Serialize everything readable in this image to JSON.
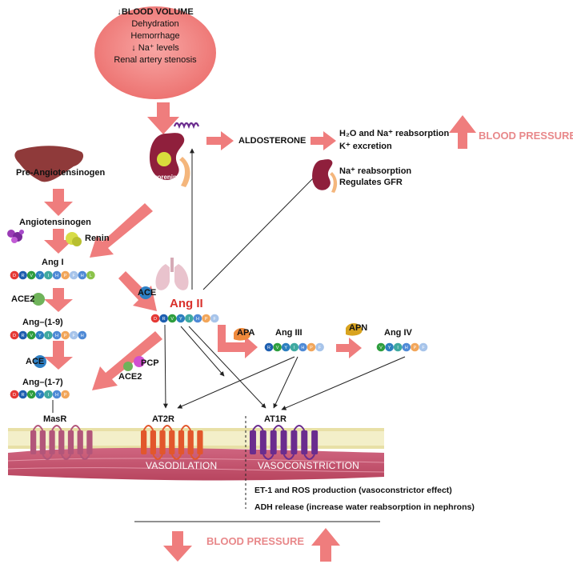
{
  "stimulus": {
    "heading": "BLOOD VOLUME",
    "items": [
      "Dehydration",
      "Hemorrhage",
      "Na⁺ levels",
      "Renal artery stenosis"
    ]
  },
  "labels": {
    "prorenin": "Prorenin",
    "aldosterone": "ALDOSTERONE",
    "h2o_na": "H₂O and Na⁺ reabsorption",
    "k_excretion": "K⁺ excretion",
    "bp_up_top": "BLOOD PRESSURE",
    "na_reabs": "Na⁺ reabsorption",
    "gfr": "Regulates GFR",
    "pre_angiotensinogen": "Pre-Angiotensinogen",
    "angiotensinogen": "Angiotensinogen",
    "renin": "Renin",
    "ang1": "Ang I",
    "ace2_left": "ACE2",
    "ang19": "Ang–(1-9)",
    "ace_left": "ACE",
    "ang17": "Ang–(1-7)",
    "ace_lung": "ACE",
    "ang2": "Ang II",
    "pcp": "PCP",
    "ace2_pcp": "ACE2",
    "apa": "APA",
    "ang3": "Ang III",
    "apn": "APN",
    "ang4": "Ang IV",
    "masr": "MasR",
    "at2r": "AT2R",
    "at1r": "AT1R",
    "vasodilation": "VASODILATION",
    "vasoconstriction": "VASOCONSTRICTION",
    "et1": "ET-1 and ROS production (vasoconstrictor effect)",
    "adh": "ADH release (increase water reabsorption in nephrons)",
    "bp_bottom": "BLOOD PRESSURE"
  },
  "peptides": {
    "ang1": [
      "D",
      "R",
      "V",
      "Y",
      "I",
      "H",
      "P",
      "F",
      "H",
      "L"
    ],
    "ang19": [
      "D",
      "R",
      "V",
      "Y",
      "I",
      "H",
      "P",
      "F",
      "H"
    ],
    "ang17": [
      "D",
      "R",
      "V",
      "Y",
      "I",
      "H",
      "P"
    ],
    "ang2": [
      "D",
      "R",
      "V",
      "Y",
      "I",
      "H",
      "P",
      "F"
    ],
    "ang3": [
      "R",
      "V",
      "Y",
      "I",
      "H",
      "P",
      "F"
    ],
    "ang4": [
      "V",
      "Y",
      "I",
      "H",
      "P",
      "F"
    ]
  },
  "residue_colors": {
    "D": "#e53935",
    "R": "#1e5fb0",
    "V": "#2e9e3e",
    "Y": "#2c7fbf",
    "I": "#3fa9a0",
    "H": "#4f8ad6",
    "P": "#f2a65a",
    "F": "#a7c4ea",
    "L": "#8bc34a"
  },
  "colors": {
    "arrow": "#ef7d7d",
    "ellipse": "#f07f7d",
    "muscle": "#c8526e",
    "at2r": "#e2572c",
    "at1r": "#6a2c8e",
    "masr": "#b2567a"
  }
}
